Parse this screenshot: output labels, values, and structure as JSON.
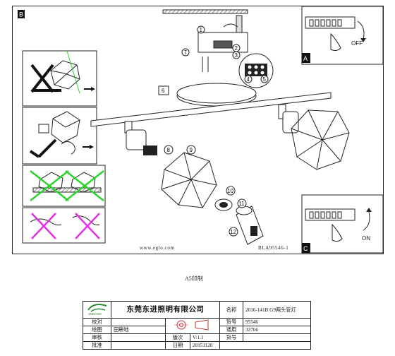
{
  "panels": {
    "a_label": "A",
    "b_label": "B",
    "c_label": "C",
    "off_label": "OFF",
    "on_label": "ON"
  },
  "callouts": [
    "1",
    "2",
    "3",
    "4",
    "5",
    "6",
    "7",
    "8",
    "9",
    "10",
    "11",
    "12"
  ],
  "footer": {
    "url": "www.eglo.com",
    "code": "BLA95546-1",
    "print_note": "A5印制"
  },
  "titleblock": {
    "logo_text": "JINDONG",
    "company": "东莞东进照明有限公司",
    "name_label": "名称",
    "name_value": "2016-141B G9两头管灯",
    "check_label": "校对",
    "drawn_label": "绘图",
    "drawn_value": "田耕地",
    "review_label": "审核",
    "approve_label": "批准",
    "part_label": "货号",
    "part_value": "95546",
    "common_label": "通用",
    "common_part_label": "货号",
    "common_value": "32766",
    "version_label": "版次",
    "version_value": "V:1.1",
    "date_label": "日期",
    "date_value": "20151120"
  },
  "colors": {
    "line": "#1a1a1a",
    "wrong_green": "#2bd42b",
    "wrong_magenta": "#e62ee6",
    "logo_green": "#2e8b2e",
    "panel_border": "#222222"
  }
}
